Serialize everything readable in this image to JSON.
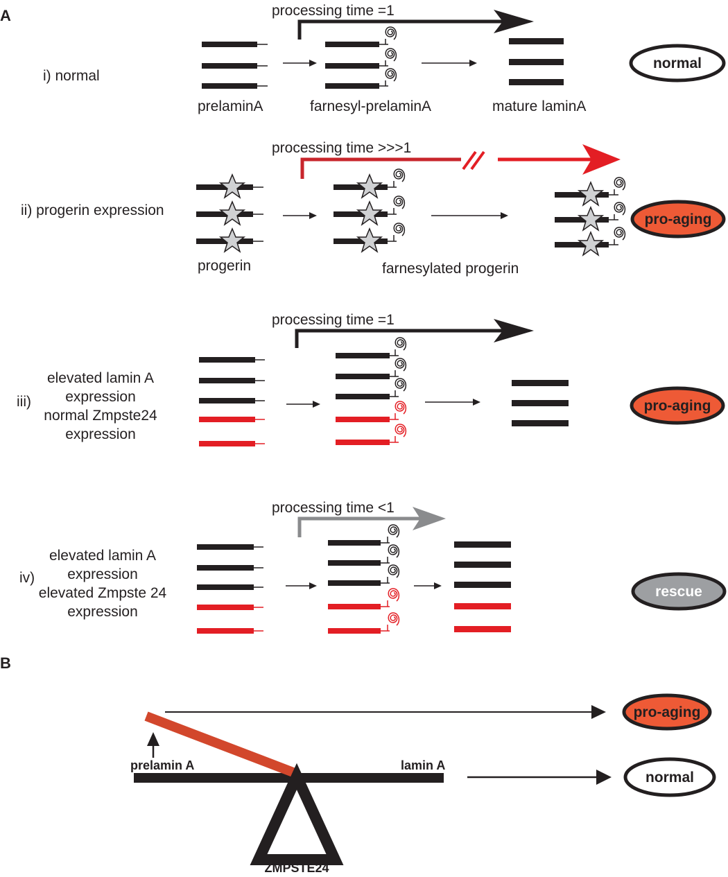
{
  "colors": {
    "black": "#231f20",
    "red": "#e31e24",
    "dark_red": "#c8262c",
    "gray": "#8a8b8d",
    "star_gray": "#d0d1d3",
    "orange": "#ee5a36",
    "beam_orange": "#d2472c",
    "rescue_gray": "#9d9fa2"
  },
  "panel_a": {
    "label": "A",
    "rows": {
      "i": {
        "label": "i) normal",
        "time_label": "processing time =1",
        "stages": [
          "prelaminA",
          "farnesyl-prelaminA",
          "mature laminA"
        ],
        "outcome": "normal"
      },
      "ii": {
        "label": "ii) progerin expression",
        "time_label": "processing time >>>1",
        "stages": [
          "progerin",
          "farnesylated progerin"
        ],
        "outcome": "pro-aging"
      },
      "iii": {
        "numeral": "iii)",
        "condition_lines": [
          "elevated lamin A",
          "expression",
          "normal Zmpste24",
          "expression"
        ],
        "time_label": "processing time =1",
        "outcome": "pro-aging"
      },
      "iv": {
        "numeral": "iv)",
        "condition_lines": [
          "elevated lamin A",
          "expression",
          "elevated Zmpste 24",
          "expression"
        ],
        "time_label": "processing time <1",
        "outcome": "rescue"
      }
    }
  },
  "panel_b": {
    "label": "B",
    "left_label": "prelamin A",
    "right_label": "lamin A",
    "fulcrum_label": "ZMPSTE24",
    "upper_outcome": "pro-aging",
    "lower_outcome": "normal"
  }
}
